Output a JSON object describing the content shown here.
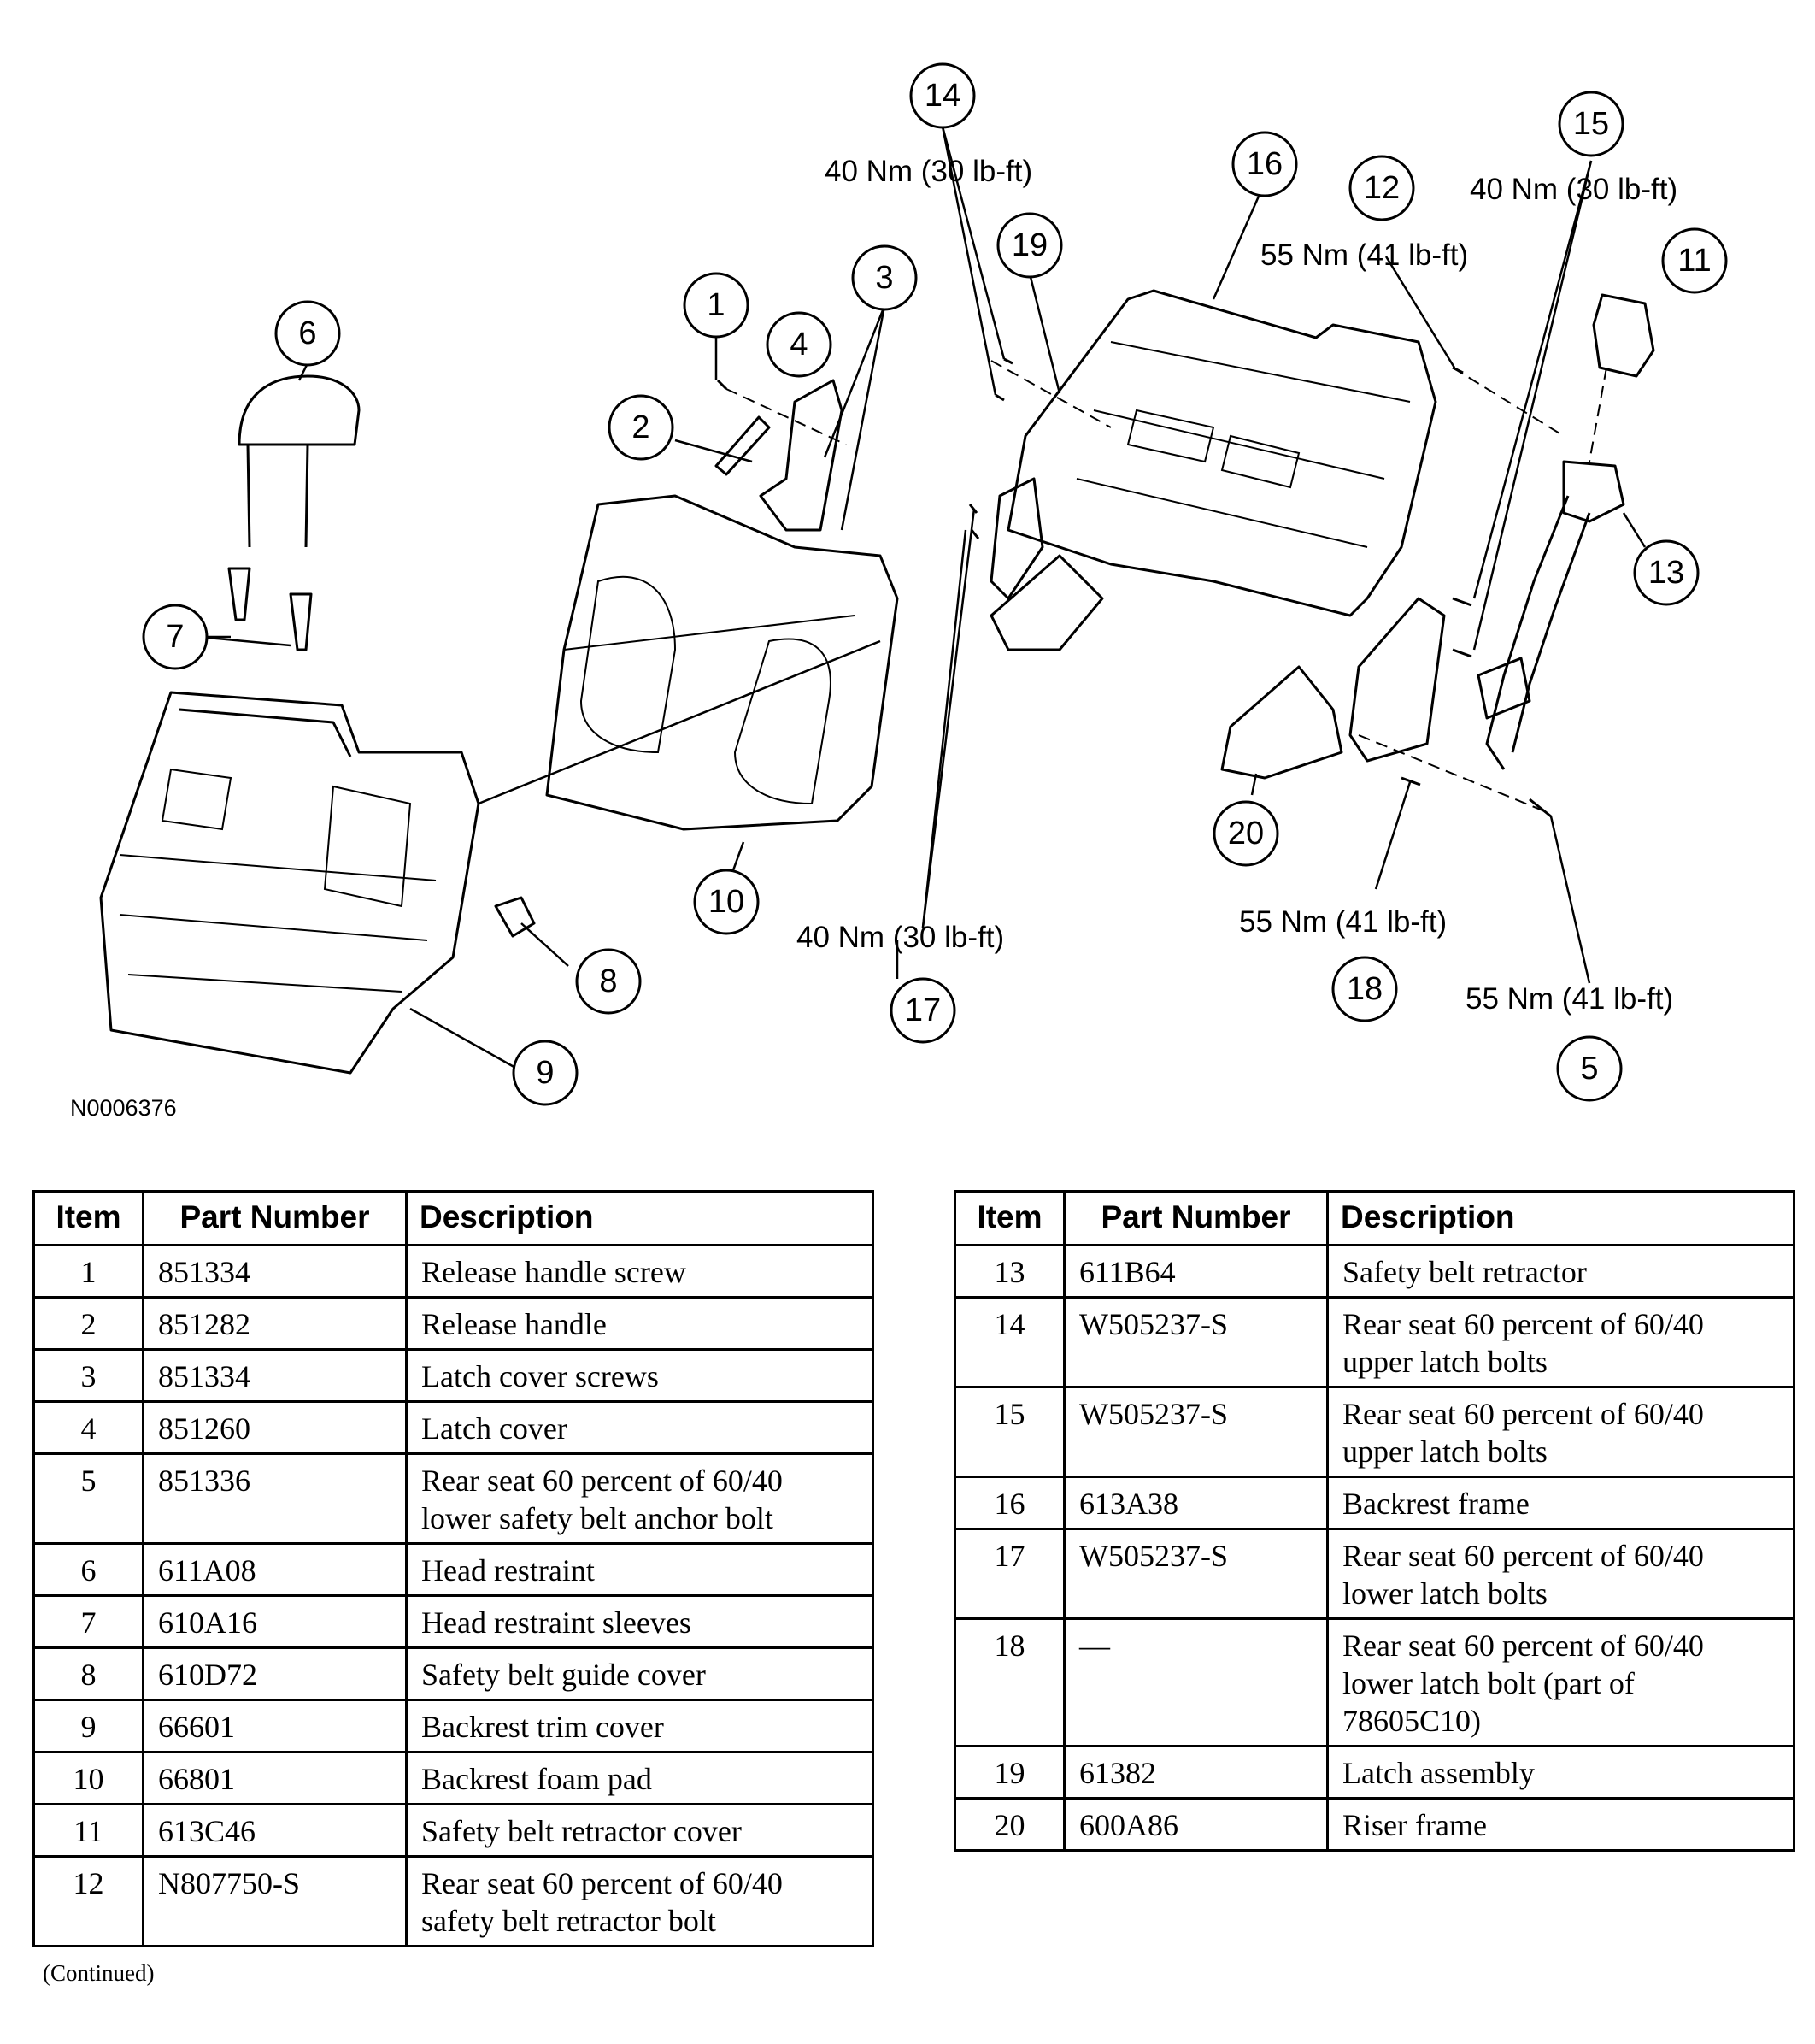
{
  "figure": {
    "id": "N0006376",
    "torque_labels": [
      "40 Nm (30 lb-ft)",
      "40 Nm (30 lb-ft)",
      "55 Nm (41 lb-ft)",
      "40 Nm (30 lb-ft)",
      "55 Nm (41 lb-ft)",
      "55 Nm (41 lb-ft)"
    ],
    "callouts": [
      "1",
      "2",
      "3",
      "4",
      "5",
      "6",
      "7",
      "8",
      "9",
      "10",
      "11",
      "12",
      "13",
      "14",
      "15",
      "16",
      "17",
      "18",
      "19",
      "20"
    ]
  },
  "table": {
    "headers": [
      "Item",
      "Part Number",
      "Description"
    ],
    "left_rows": [
      {
        "item": "1",
        "part": "851334",
        "desc": "Release handle screw"
      },
      {
        "item": "2",
        "part": "851282",
        "desc": "Release handle"
      },
      {
        "item": "3",
        "part": "851334",
        "desc": "Latch cover screws"
      },
      {
        "item": "4",
        "part": "851260",
        "desc": "Latch cover"
      },
      {
        "item": "5",
        "part": "851336",
        "desc": "Rear seat 60 percent of 60/40 lower safety belt anchor bolt"
      },
      {
        "item": "6",
        "part": "611A08",
        "desc": "Head restraint"
      },
      {
        "item": "7",
        "part": "610A16",
        "desc": "Head restraint sleeves"
      },
      {
        "item": "8",
        "part": "610D72",
        "desc": "Safety belt guide cover"
      },
      {
        "item": "9",
        "part": "66601",
        "desc": "Backrest trim cover"
      },
      {
        "item": "10",
        "part": "66801",
        "desc": "Backrest foam pad"
      },
      {
        "item": "11",
        "part": "613C46",
        "desc": "Safety belt retractor cover"
      },
      {
        "item": "12",
        "part": "N807750-S",
        "desc": "Rear seat 60 percent of 60/40 safety belt retractor bolt"
      }
    ],
    "right_rows": [
      {
        "item": "13",
        "part": "611B64",
        "desc": "Safety belt retractor"
      },
      {
        "item": "14",
        "part": "W505237-S",
        "desc": "Rear seat 60 percent of 60/40 upper latch bolts"
      },
      {
        "item": "15",
        "part": "W505237-S",
        "desc": "Rear seat 60 percent of 60/40 upper latch bolts"
      },
      {
        "item": "16",
        "part": "613A38",
        "desc": "Backrest frame"
      },
      {
        "item": "17",
        "part": "W505237-S",
        "desc": "Rear seat 60 percent of 60/40 lower latch bolts"
      },
      {
        "item": "18",
        "part": "—",
        "desc": "Rear seat 60 percent of 60/40 lower latch bolt (part of 78605C10)"
      },
      {
        "item": "19",
        "part": "61382",
        "desc": "Latch assembly"
      },
      {
        "item": "20",
        "part": "600A86",
        "desc": "Riser frame"
      }
    ]
  },
  "footer": {
    "continued": "(Continued)"
  }
}
